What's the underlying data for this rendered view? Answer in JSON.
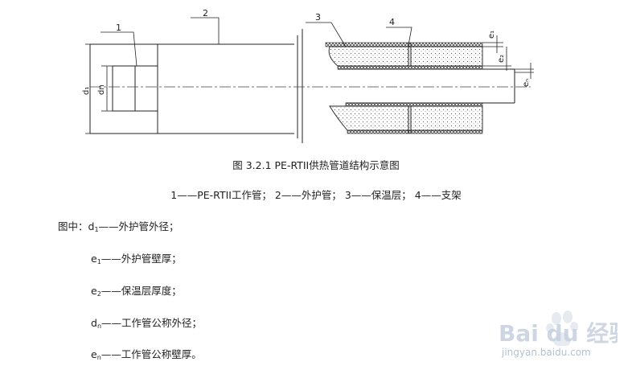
{
  "drawing": {
    "labels": [
      "1",
      "2",
      "3",
      "4"
    ],
    "dim_labels": {
      "d1": "d₁",
      "dn": "dn",
      "e1": "e₁",
      "e2": "e₂",
      "en": "eₙ"
    }
  },
  "caption": "图 3.2.1 PE-RTII供热管道结构示意图",
  "legend": "1——PE-RTII工作管；  2——外护管；  3——保温层；  4——支架",
  "definitions": {
    "intro": "图中：",
    "items": [
      {
        "symbol": "d",
        "sub": "1",
        "text": "——外护管外径；"
      },
      {
        "symbol": "e",
        "sub": "1",
        "text": "——外护管壁厚；"
      },
      {
        "symbol": "e",
        "sub": "2",
        "text": "——保温层厚度；"
      },
      {
        "symbol": "d",
        "sub": "n",
        "text": "——工作管公称外径；"
      },
      {
        "symbol": "e",
        "sub": "n",
        "text": "——工作管公称壁厚。"
      }
    ]
  },
  "watermark": {
    "brand": "Bai du 经验",
    "url": "jingyan.baidu.com"
  }
}
